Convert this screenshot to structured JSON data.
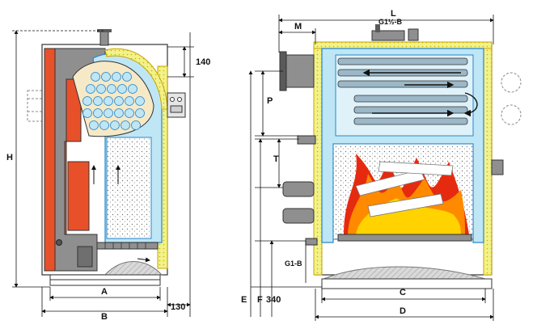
{
  "labels": {
    "H": "H",
    "dim_140": "140",
    "A": "A",
    "B": "B",
    "dim_130": "130",
    "L": "L",
    "M": "M",
    "G1_half_B": "G1½-B",
    "P": "P",
    "T": "T",
    "G1_B": "G1-B",
    "C": "C",
    "D": "D",
    "E": "E",
    "F": "F",
    "dim_340": "340"
  },
  "colors": {
    "water": "#bfe6f5",
    "water_edge": "#2a86c9",
    "steel_grey": "#8f8f8f",
    "dark_grey": "#5a5a5a",
    "refractory": "#e8502a",
    "insulation": "#f2f28a",
    "insulation_edge": "#caa400",
    "flame_yellow": "#ffd200",
    "flame_orange": "#ff8a00",
    "flame_red": "#e62a10",
    "ash": "#d8d8d8"
  }
}
